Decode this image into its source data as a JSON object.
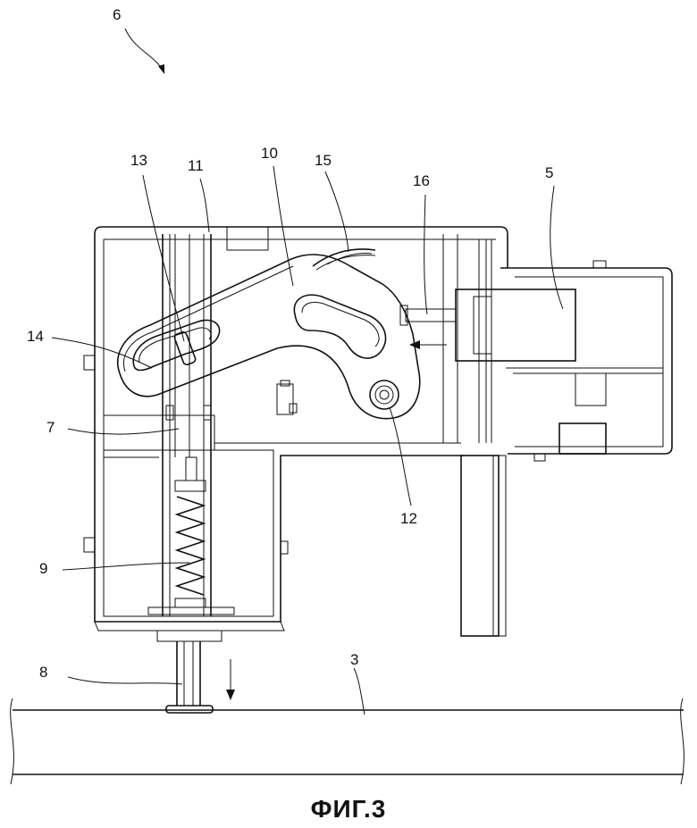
{
  "figure": {
    "caption": "ФИГ.3",
    "labels": {
      "l6": "6",
      "l13": "13",
      "l11": "11",
      "l10": "10",
      "l15": "15",
      "l16": "16",
      "l5": "5",
      "l14": "14",
      "l7": "7",
      "l12": "12",
      "l9": "9",
      "l8": "8",
      "l3": "3"
    }
  }
}
